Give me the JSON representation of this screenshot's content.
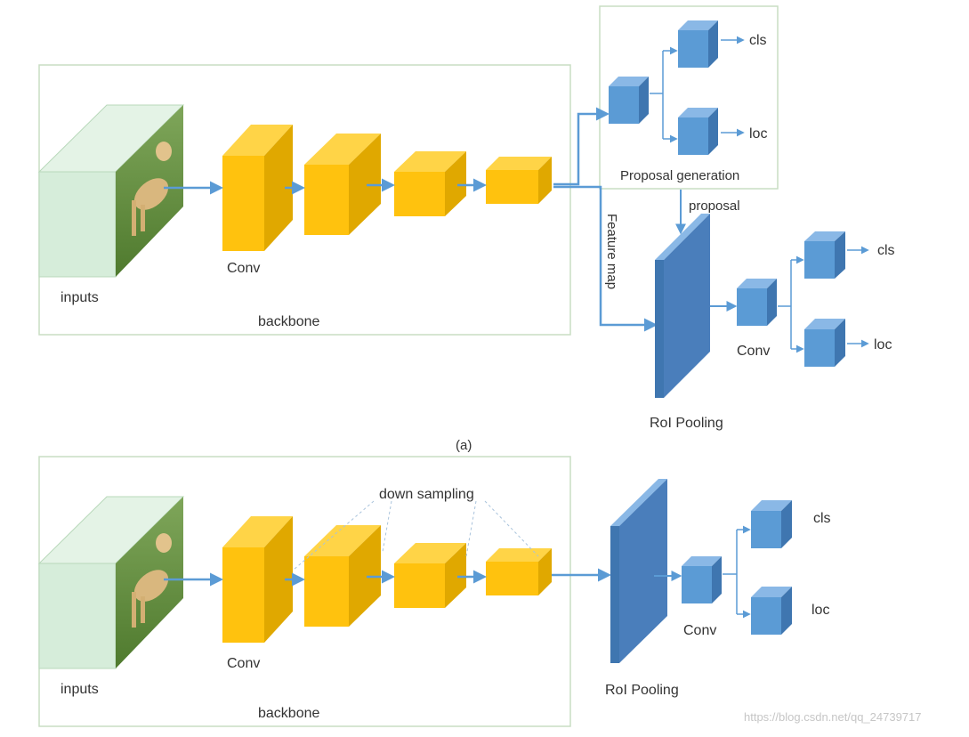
{
  "colors": {
    "conv_front": "#FFC20E",
    "conv_top": "#FFD447",
    "conv_side": "#E0A800",
    "head_front": "#5B9BD5",
    "head_top": "#8AB8E6",
    "head_side": "#3F76B0",
    "arrow": "#5B9BD5",
    "input_face": "#D6EDDA",
    "box_border": "#C9DDC3"
  },
  "top_diagram": {
    "inputs_label": "inputs",
    "conv_label": "Conv",
    "backbone_label": "backbone",
    "proposal_generation_label": "Proposal generation",
    "proposal_label": "proposal",
    "feature_map_label": "Feature map",
    "roi_pooling_label": "RoI Pooling",
    "head_conv_label": "Conv",
    "rpn_cls_label": "cls",
    "rpn_loc_label": "loc",
    "head_cls_label": "cls",
    "head_loc_label": "loc",
    "caption": "(a)"
  },
  "bottom_diagram": {
    "inputs_label": "inputs",
    "conv_label": "Conv",
    "backbone_label": "backbone",
    "down_sampling_label": "down sampling",
    "roi_pooling_label": "RoI Pooling",
    "head_conv_label": "Conv",
    "cls_label": "cls",
    "loc_label": "loc"
  },
  "watermark": "https://blog.csdn.net/qq_24739717"
}
